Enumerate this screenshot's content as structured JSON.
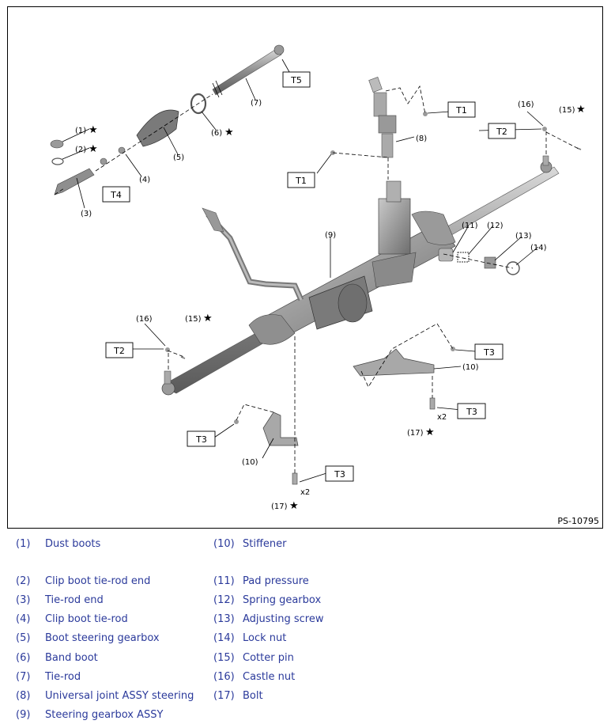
{
  "figure_id": "PS-10795",
  "torque_labels": {
    "t1a": "T1",
    "t1b": "T1",
    "t2a": "T2",
    "t2b": "T2",
    "t3a": "T3",
    "t3b": "T3",
    "t3c": "T3",
    "t3d": "T3",
    "t4": "T4",
    "t5": "T5"
  },
  "callouts": {
    "c1": "(1)",
    "c2": "(2)",
    "c3": "(3)",
    "c4": "(4)",
    "c5": "(5)",
    "c6": "(6)",
    "c7": "(7)",
    "c8": "(8)",
    "c9": "(9)",
    "c10a": "(10)",
    "c10b": "(10)",
    "c11": "(11)",
    "c12": "(12)",
    "c13": "(13)",
    "c14": "(14)",
    "c15a": "(15)",
    "c15b": "(15)",
    "c16a": "(16)",
    "c16b": "(16)",
    "c17a": "(17)",
    "c17b": "(17)"
  },
  "multipliers": {
    "m1": "x2",
    "m2": "x2"
  },
  "star": "★",
  "legend": {
    "left": [
      {
        "num": "(1)",
        "label": "Dust boots"
      },
      {
        "num": "(2)",
        "label": "Clip boot tie-rod end"
      },
      {
        "num": "(3)",
        "label": "Tie-rod end"
      },
      {
        "num": "(4)",
        "label": "Clip boot tie-rod"
      },
      {
        "num": "(5)",
        "label": "Boot steering gearbox"
      },
      {
        "num": "(6)",
        "label": "Band boot"
      },
      {
        "num": "(7)",
        "label": "Tie-rod"
      },
      {
        "num": "(8)",
        "label": "Universal joint ASSY steering"
      },
      {
        "num": "(9)",
        "label": "Steering gearbox ASSY"
      }
    ],
    "right": [
      {
        "num": "(10)",
        "label": "Stiffener"
      },
      {
        "num": "(11)",
        "label": "Pad pressure"
      },
      {
        "num": "(12)",
        "label": "Spring gearbox"
      },
      {
        "num": "(13)",
        "label": "Adjusting screw"
      },
      {
        "num": "(14)",
        "label": "Lock nut"
      },
      {
        "num": "(15)",
        "label": "Cotter pin"
      },
      {
        "num": "(16)",
        "label": "Castle nut"
      },
      {
        "num": "(17)",
        "label": "Bolt"
      }
    ]
  }
}
